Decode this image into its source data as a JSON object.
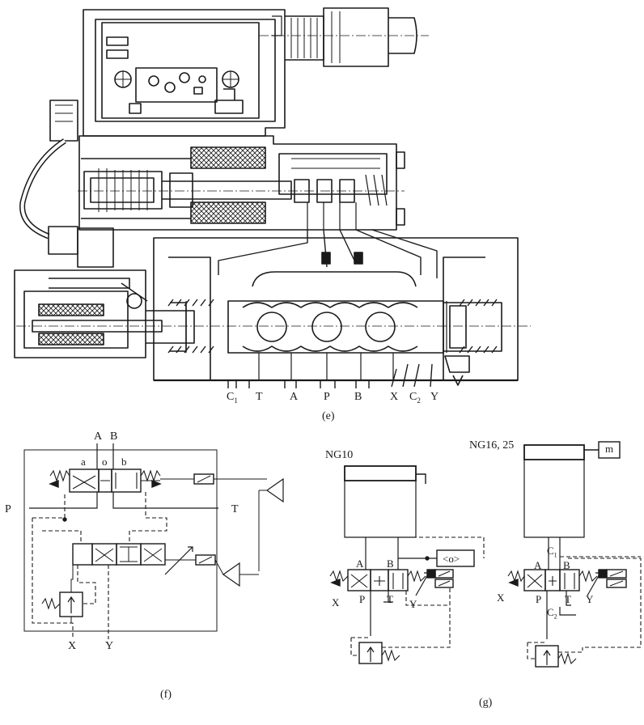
{
  "captions": {
    "e": "(e)",
    "f": "(f)",
    "g": "(g)"
  },
  "section_e": {
    "ports": [
      {
        "id": "c1",
        "text": "C",
        "sub": "1"
      },
      {
        "id": "t",
        "text": "T"
      },
      {
        "id": "a",
        "text": "A"
      },
      {
        "id": "p",
        "text": "P"
      },
      {
        "id": "b",
        "text": "B"
      },
      {
        "id": "x",
        "text": "X"
      },
      {
        "id": "c2",
        "text": "C",
        "sub": "2"
      },
      {
        "id": "y",
        "text": "Y"
      }
    ]
  },
  "section_f": {
    "ports": {
      "a": "A",
      "b": "B",
      "p": "P",
      "t": "T",
      "x": "X",
      "y": "Y"
    },
    "positions": {
      "left": "a",
      "center": "o",
      "right": "b"
    }
  },
  "section_g": {
    "ng10": {
      "title": "NG10",
      "ports": {
        "a": "A",
        "b": "B",
        "p": "P",
        "t": "T",
        "x": "X",
        "y": "Y"
      },
      "amplifier": "<o>"
    },
    "ng16": {
      "title": "NG16, 25",
      "motor": "m",
      "ports": {
        "a": "A",
        "b": "B",
        "p": "P",
        "t": "T",
        "x": "X",
        "y": "Y",
        "c1": "C",
        "c1_sub": "1",
        "c2": "C",
        "c2_sub": "2"
      }
    }
  },
  "colors": {
    "ink": "#1a1a1a",
    "hatch": "#333333",
    "paper": "#ffffff"
  }
}
